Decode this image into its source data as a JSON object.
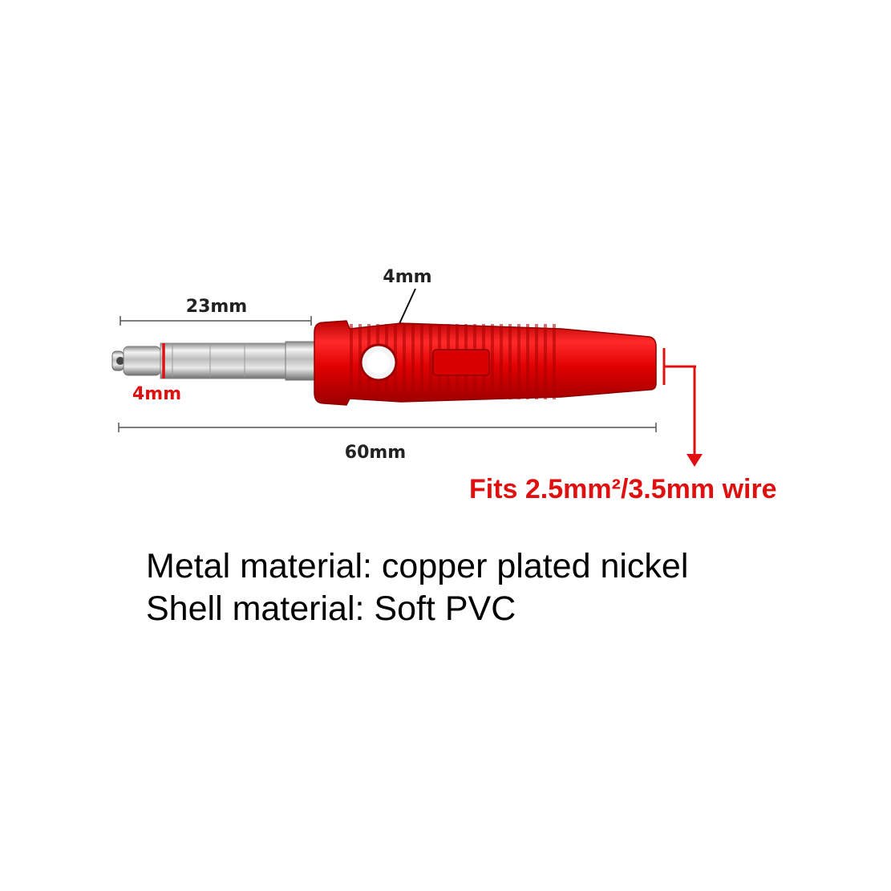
{
  "colors": {
    "shell_red": "#e01010",
    "metal": "#c8c8c8",
    "dimension_line": "#555555",
    "text": "#000000"
  },
  "dimensions": {
    "pin_length": "23mm",
    "pin_diameter": "4mm",
    "hole_diameter": "4mm",
    "total_length": "60mm"
  },
  "wire_note": "Fits 2.5mm²/3.5mm wire",
  "materials": {
    "metal": "Metal material: copper plated nickel",
    "shell": "Shell material: Soft PVC"
  }
}
